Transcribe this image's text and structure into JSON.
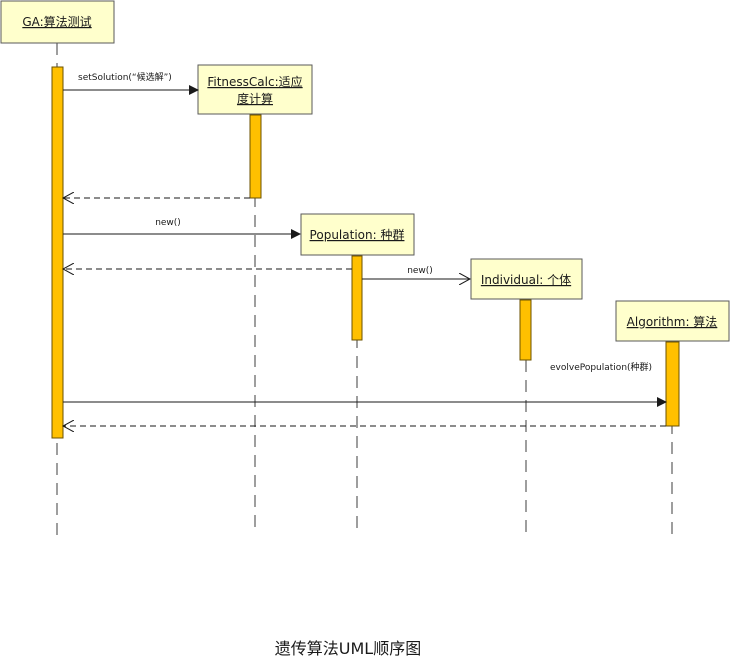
{
  "objects": {
    "ga": {
      "label": "GA:算法测试"
    },
    "fitness": {
      "label_line1": "FitnessCalc:适应",
      "label_line2": "度计算"
    },
    "population": {
      "label": "Population: 种群"
    },
    "individual": {
      "label": "Individual: 个体"
    },
    "algorithm": {
      "label": "Algorithm: 算法"
    }
  },
  "messages": {
    "set_solution": "setSolution(“候选解”)",
    "new_population": "new()",
    "new_individual": "new()",
    "evolve": "evolvePopulation(种群)"
  },
  "caption": "遗传算法UML顺序图"
}
